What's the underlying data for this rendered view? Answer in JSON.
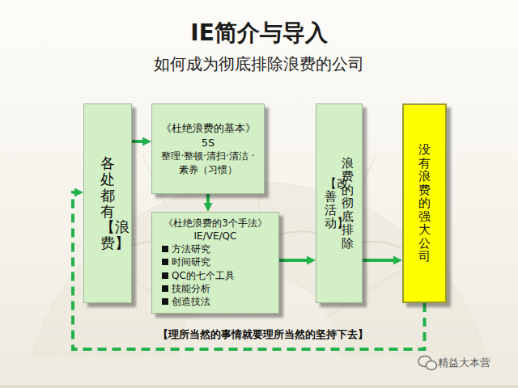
{
  "diagram": {
    "title": "IE简介与导入",
    "nodes": [
      {
        "text": [
          "各处都有【浪费】"
        ]
      },
      {
        "text": [
          "《杜绝浪费的基本》",
          "5S",
          "整理·整顿·清扫·清洁 ·素养（习惯）"
        ]
      },
      {
        "text": [
          "《杜绝浪费的3个手法》",
          "IE/VE/QC",
          "方法研究",
          "时间研究",
          "QC的七个工具",
          "技能分析",
          "创造技法"
        ]
      },
      {
        "text": [
          "浪费的彻底排除",
          "【改善活动】"
        ]
      },
      {
        "text": [
          "没有浪费的强大公司"
        ]
      }
    ],
    "edges": [
      {
        "from": 0,
        "to": 1,
        "arrow": "to"
      },
      {
        "from": 1,
        "to": 2,
        "arrow": "to"
      },
      {
        "from": 2,
        "to": 3,
        "arrow": "to"
      },
      {
        "from": 3,
        "to": 4,
        "arrow": "to"
      },
      {
        "from": 4,
        "to": 0,
        "arrow": "to"
      }
    ],
    "labels": [
      "如何成为彻底排除浪费的公司",
      "【理所当然的事情就要理所当然的坚持下去】",
      "精益大本营"
    ]
  }
}
